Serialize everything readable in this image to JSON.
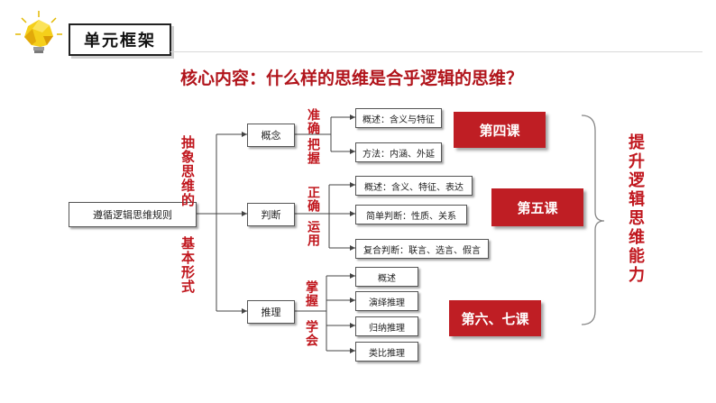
{
  "header": {
    "title": "单元框架"
  },
  "core_line": "核心内容：什么样的思维是合乎逻辑的思维？",
  "root": "遵循逻辑思维规则",
  "left_labels": {
    "top": "抽象思维的",
    "bottom": "基本形式"
  },
  "branches": [
    {
      "name": "概念",
      "verbs": [
        "准确",
        "把握"
      ],
      "leaves": [
        "概述：含义与特征",
        "方法：内涵、外延"
      ],
      "lesson": "第四课"
    },
    {
      "name": "判断",
      "verbs": [
        "正确",
        "运用"
      ],
      "leaves": [
        "概述：含义、特征、表达",
        "简单判断：性质、关系",
        "复合判断：联言、选言、假言"
      ],
      "lesson": "第五课"
    },
    {
      "name": "推理",
      "verbs": [
        "掌握",
        "学会"
      ],
      "leaves": [
        "概述",
        "演绎推理",
        "归纳推理",
        "类比推理"
      ],
      "lesson": "第六、七课"
    }
  ],
  "right_label": "提升逻辑思维能力",
  "colors": {
    "accent": "#bf1e24",
    "text_red": "#b1141b"
  },
  "icons": [
    "lightbulb-icon"
  ]
}
